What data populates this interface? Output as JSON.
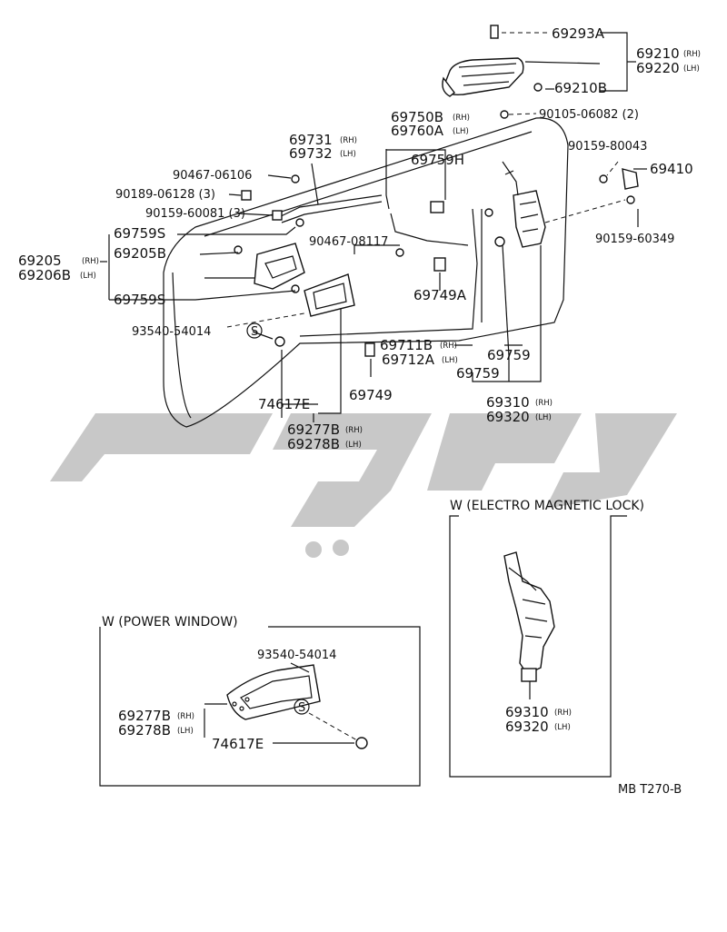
{
  "labels": {
    "p69293A": "69293A",
    "p69210": "69210",
    "p69220": "69220",
    "p69210B": "69210B",
    "p90105": "90105-06082 (2)",
    "p69750B": "69750B",
    "p69760A": "69760A",
    "p69731": "69731",
    "p69732": "69732",
    "p90159_80043": "90159-80043",
    "p69759H": "69759H",
    "p90467_06106": "90467-06106",
    "p69410": "69410",
    "p90189": "90189-06128 (3)",
    "p90159_60081": "90159-60081 (3)",
    "p69759S_a": "69759S",
    "p90159_60349": "90159-60349",
    "p69205": "69205",
    "p69205B": "69205B",
    "p90467_08117": "90467-08117",
    "p69206B": "69206B",
    "p69759S_b": "69759S",
    "p69749A": "69749A",
    "p93540_main": "93540-54014",
    "p69711B": "69711B",
    "p69712A": "69712A",
    "p69759_a": "69759",
    "p69759_b": "69759",
    "p69749": "69749",
    "p74617E_main": "74617E",
    "p69310": "69310",
    "p69320": "69320",
    "p69277B": "69277B",
    "p69278B": "69278B",
    "s_rh": "(RH)",
    "s_lh": "(LH)",
    "elec_title": "W (ELECTRO MAGNETIC LOCK)",
    "elec_69310": "69310",
    "elec_69320": "69320",
    "pw_title": "W (POWER WINDOW)",
    "pw_93540": "93540-54014",
    "pw_69277B": "69277B",
    "pw_69278B": "69278B",
    "pw_74617E": "74617E",
    "code": "MB T270-B",
    "S": "S"
  }
}
